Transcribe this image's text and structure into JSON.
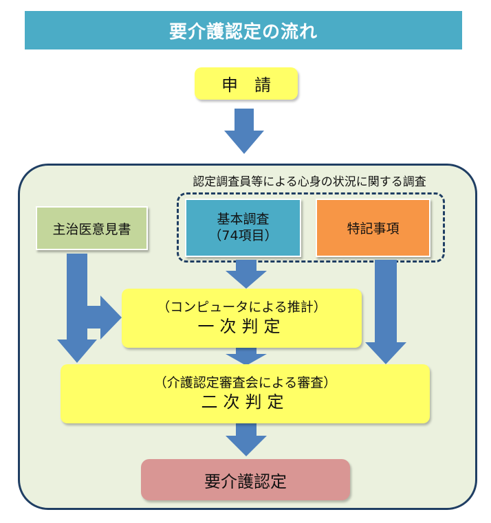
{
  "title": "要介護認定の流れ",
  "steps": {
    "apply": "申請",
    "survey_caption": "認定調査員等による心身の状況に関する調査",
    "doctor_opinion": "主治医意見書",
    "basic_survey": {
      "line1": "基本調査",
      "line2": "（74項目）"
    },
    "special_notes": "特記事項",
    "primary": {
      "sub": "（コンピュータによる推計）",
      "main": "一次判定"
    },
    "secondary": {
      "sub": "（介護認定審査会による審査）",
      "main": "二次判定"
    },
    "final": "要介護認定"
  },
  "colors": {
    "title_bar": "#4bacc6",
    "arrow": "#4f81bd",
    "container_fill": "#ebf1de",
    "container_border": "#1f3e63",
    "yellow": "#ffff66",
    "doctor": "#c3d69b",
    "basic": "#4bacc6",
    "special": "#f79646",
    "final": "#d99694"
  }
}
